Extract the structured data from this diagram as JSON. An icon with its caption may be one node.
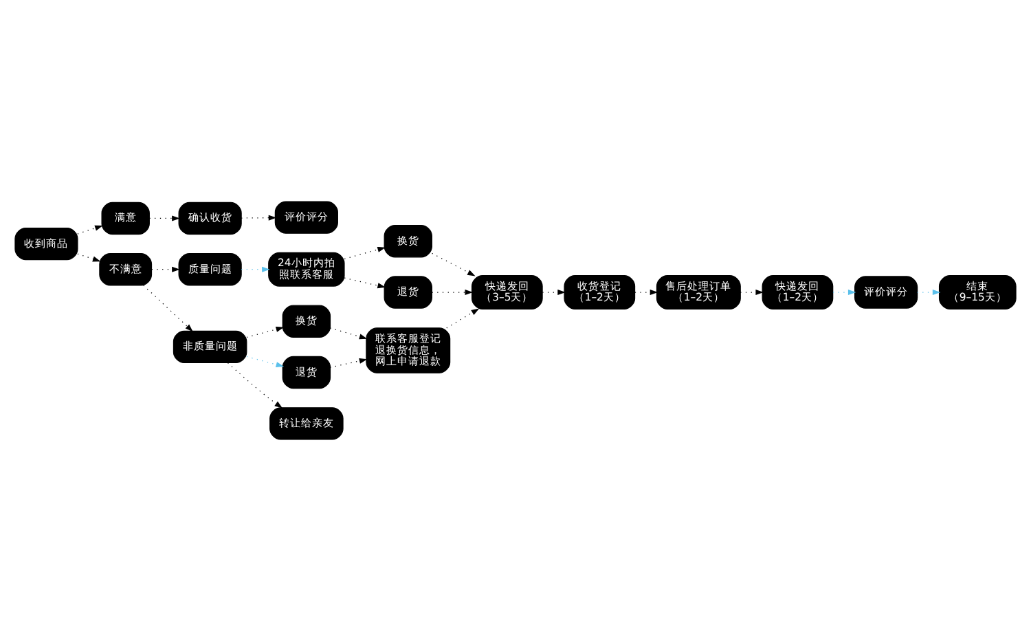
{
  "diagram": {
    "nodes": [
      {
        "text": [
          "收到商品"
        ]
      },
      {
        "text": [
          "满意"
        ]
      },
      {
        "text": [
          "确认收货"
        ]
      },
      {
        "text": [
          "评价评分"
        ]
      },
      {
        "text": [
          "不满意"
        ]
      },
      {
        "text": [
          "质量问题"
        ]
      },
      {
        "text": [
          "24小时内拍照联系客服"
        ]
      },
      {
        "text": [
          "换货"
        ]
      },
      {
        "text": [
          "退货"
        ]
      },
      {
        "text": [
          "非质量问题"
        ]
      },
      {
        "text": [
          "换货"
        ]
      },
      {
        "text": [
          "退货"
        ]
      },
      {
        "text": [
          "转让给亲友"
        ]
      },
      {
        "text": [
          "联系客服登记退换货信息，网上申请退款"
        ]
      },
      {
        "text": [
          "快递发回（3–5天）"
        ]
      },
      {
        "text": [
          "收货登记（1–2天）"
        ]
      },
      {
        "text": [
          "售后处理订单（1–2天）"
        ]
      },
      {
        "text": [
          "快递发回（1–2天）"
        ]
      },
      {
        "text": [
          "评价评分"
        ]
      },
      {
        "text": [
          "结束（9–15天）"
        ]
      }
    ],
    "edges": [
      {
        "from": 0,
        "to": 1,
        "arrow": "to"
      },
      {
        "from": 0,
        "to": 4,
        "arrow": "to"
      },
      {
        "from": 1,
        "to": 2,
        "arrow": "to"
      },
      {
        "from": 2,
        "to": 3,
        "arrow": "to"
      },
      {
        "from": 4,
        "to": 5,
        "arrow": "to"
      },
      {
        "from": 4,
        "to": 9,
        "arrow": "to"
      },
      {
        "from": 5,
        "to": 6,
        "arrow": "to",
        "color": "#5bc0eb"
      },
      {
        "from": 6,
        "to": 7,
        "arrow": "to"
      },
      {
        "from": 6,
        "to": 8,
        "arrow": "to"
      },
      {
        "from": 7,
        "to": 14,
        "arrow": "to"
      },
      {
        "from": 8,
        "to": 14,
        "arrow": "to"
      },
      {
        "from": 9,
        "to": 10,
        "arrow": "to"
      },
      {
        "from": 9,
        "to": 11,
        "arrow": "to",
        "color": "#5bc0eb"
      },
      {
        "from": 9,
        "to": 12,
        "arrow": "to"
      },
      {
        "from": 10,
        "to": 13,
        "arrow": "to"
      },
      {
        "from": 11,
        "to": 13,
        "arrow": "to"
      },
      {
        "from": 13,
        "to": 14,
        "arrow": "to"
      },
      {
        "from": 14,
        "to": 15,
        "arrow": "to"
      },
      {
        "from": 15,
        "to": 16,
        "arrow": "to"
      },
      {
        "from": 16,
        "to": 17,
        "arrow": "to"
      },
      {
        "from": 17,
        "to": 18,
        "arrow": "to",
        "color": "#5bc0eb"
      },
      {
        "from": 18,
        "to": 19,
        "arrow": "to",
        "color": "#5bc0eb"
      }
    ]
  }
}
